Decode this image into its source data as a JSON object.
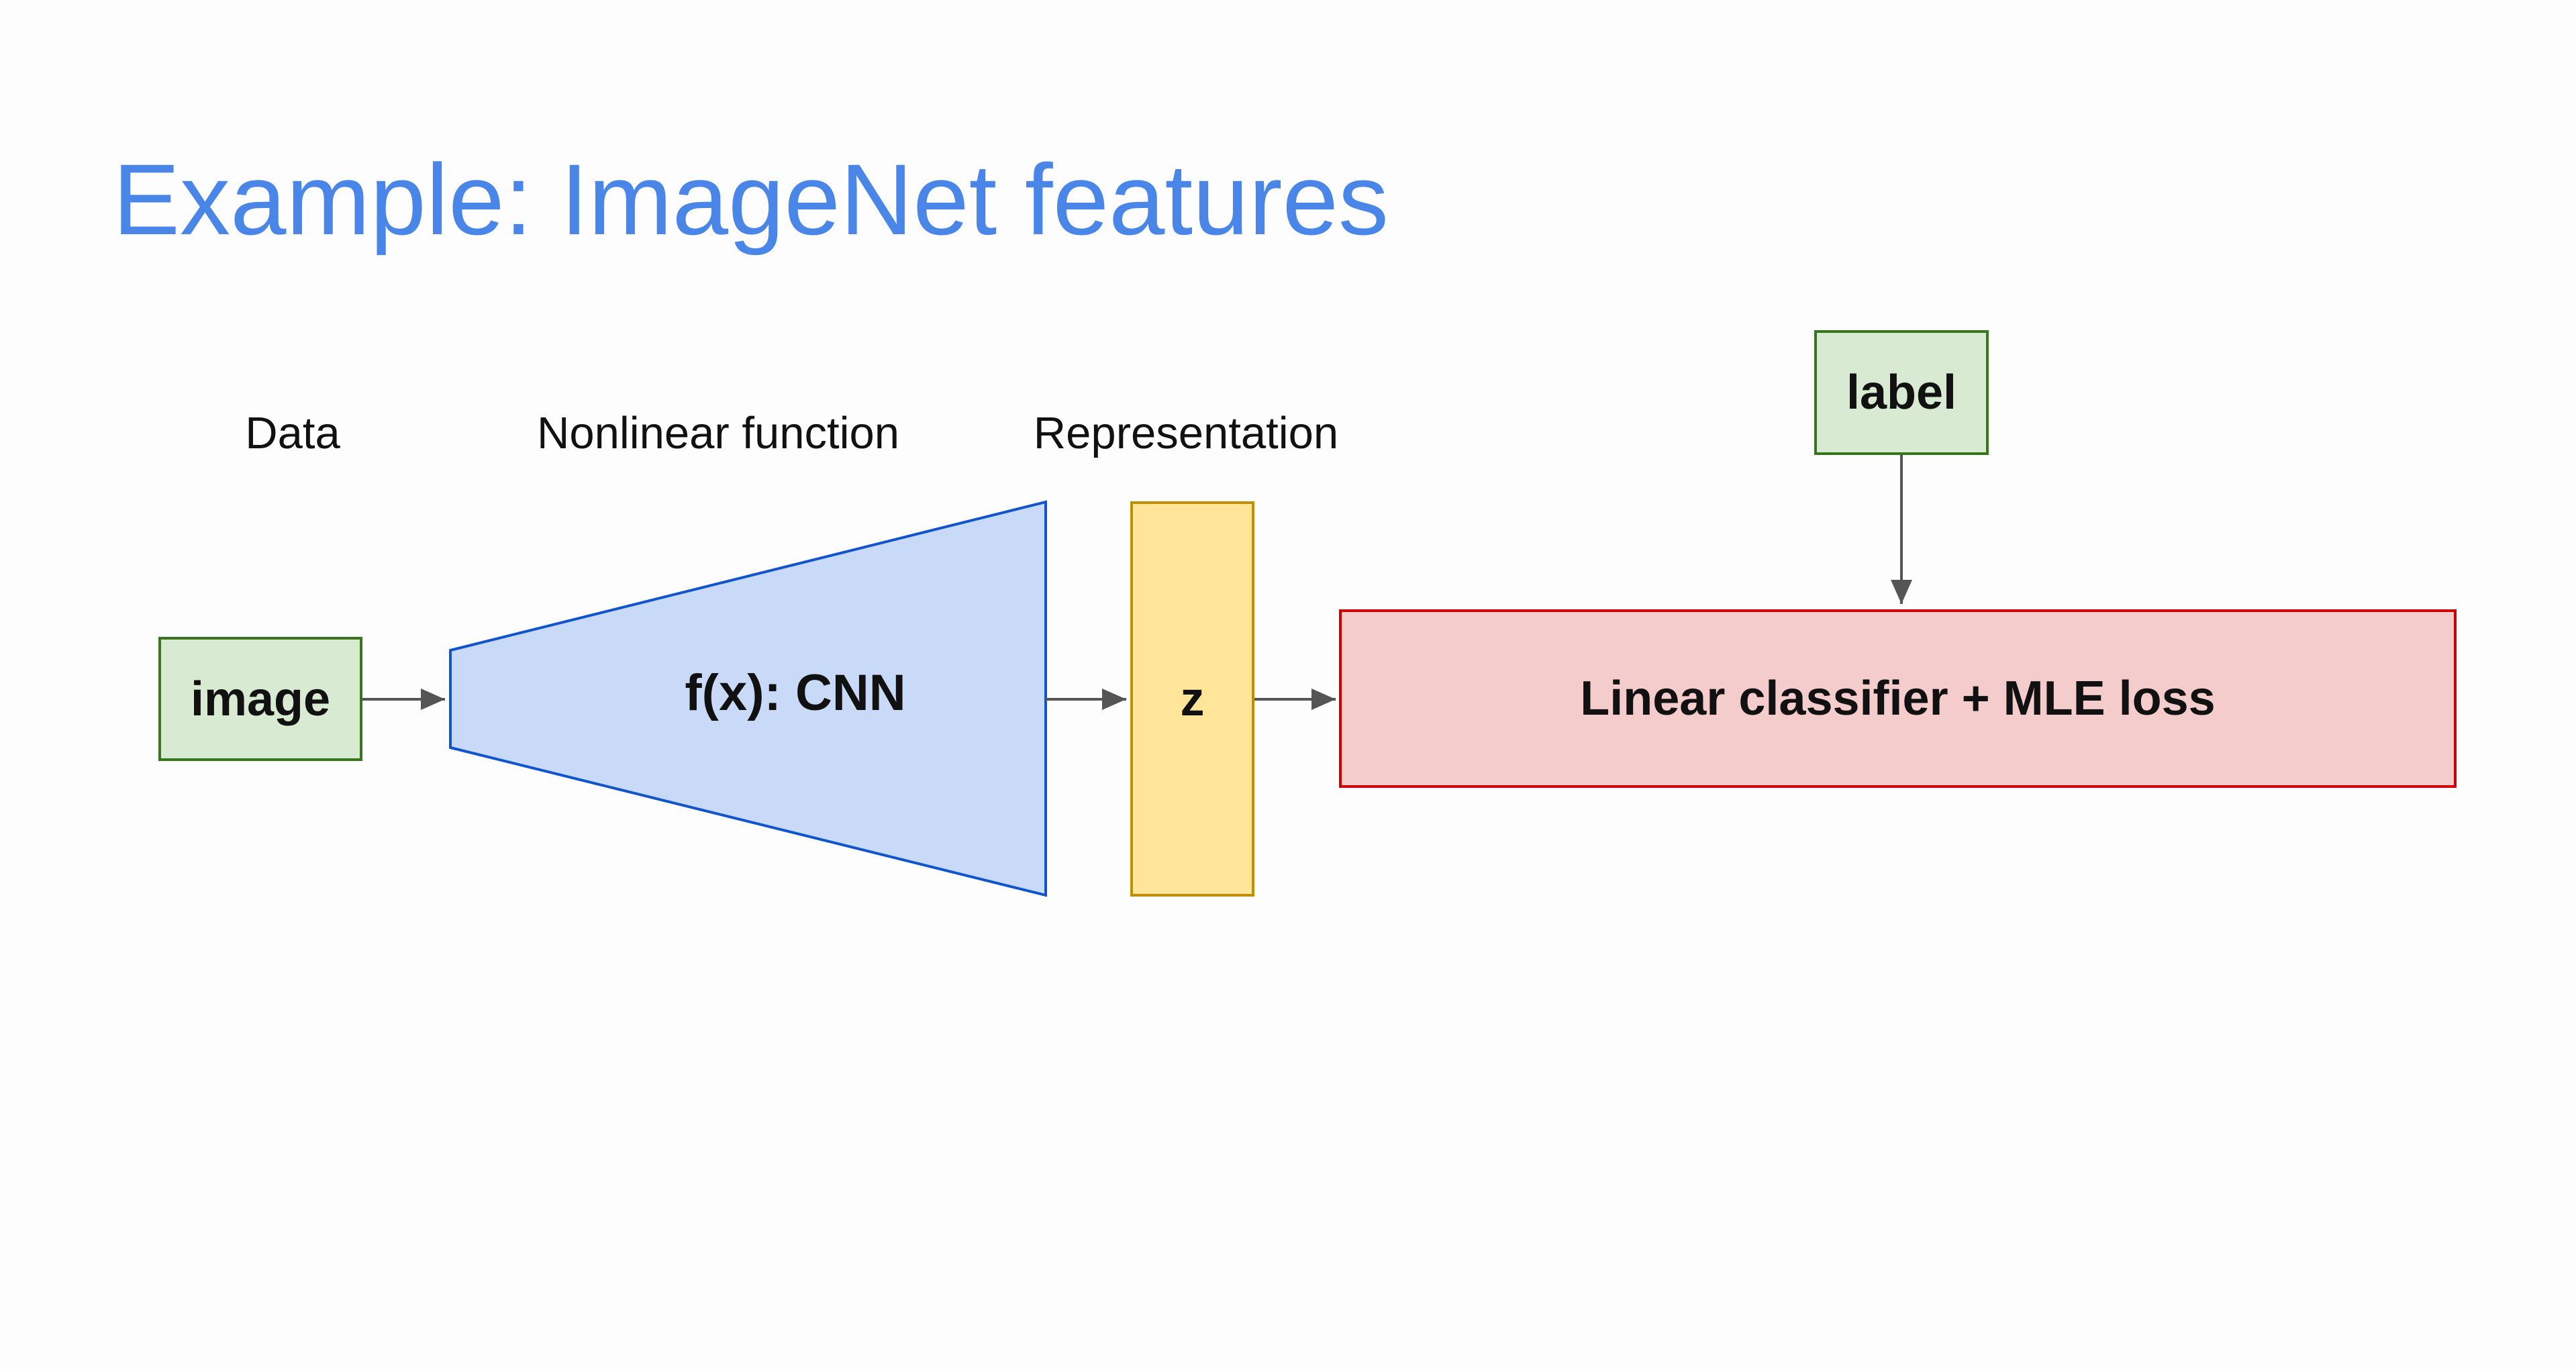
{
  "slide": {
    "title": "Example: ImageNet features"
  },
  "captions": {
    "data": "Data",
    "nonlinear": "Nonlinear function",
    "representation": "Representation"
  },
  "nodes": {
    "image": "image",
    "cnn": "f(x): CNN",
    "z": "z",
    "classifier": "Linear classifier + MLE loss",
    "label": "label"
  },
  "colors": {
    "title": "#4a86e8",
    "green_fill": "#d9ead3",
    "green_border": "#38761d",
    "blue_fill": "#c9daf8",
    "blue_border": "#1155cc",
    "yellow_fill": "#ffe599",
    "yellow_border": "#bf9000",
    "red_fill": "#f4cccc",
    "red_border": "#cc0000",
    "arrow": "#555555"
  }
}
